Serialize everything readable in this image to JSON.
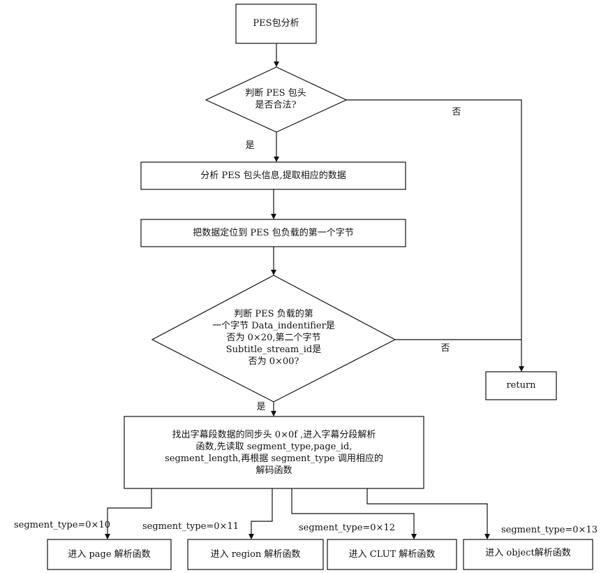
{
  "start": "PES包分析",
  "decision1": [
    "判断 PES 包头",
    "是否合法?"
  ],
  "process1": "分析 PES 包头信息,提取相应的数据",
  "process2": "把数据定位到 PES 包负载的第一个字节",
  "decision2": [
    "判断 PES 负载的第",
    "一个字节 Data_indentifier是",
    "否为 0×20,第二个字节",
    "Subtitle_stream_id是",
    "否为 0×00?"
  ],
  "process3": [
    "找出字幕段数据的同步头 0×0f ,进入字幕分段解析",
    "函数,先读取 segment_type,page_id,",
    "segment_length,再根据 segment_type 调用相应的",
    "解码函数"
  ],
  "return_label": "return",
  "yes_label": "是",
  "no_label": "否",
  "branches": [
    {
      "condition": "segment_type=0×10",
      "target": "进入 page 解析函数"
    },
    {
      "condition": "segment_type=0×11",
      "target": "进入 region 解析函数"
    },
    {
      "condition": "segment_type=0×12",
      "target": "进入 CLUT 解析函数"
    },
    {
      "condition": "segment_type=0×13",
      "target": "进入 object解析函数"
    }
  ]
}
